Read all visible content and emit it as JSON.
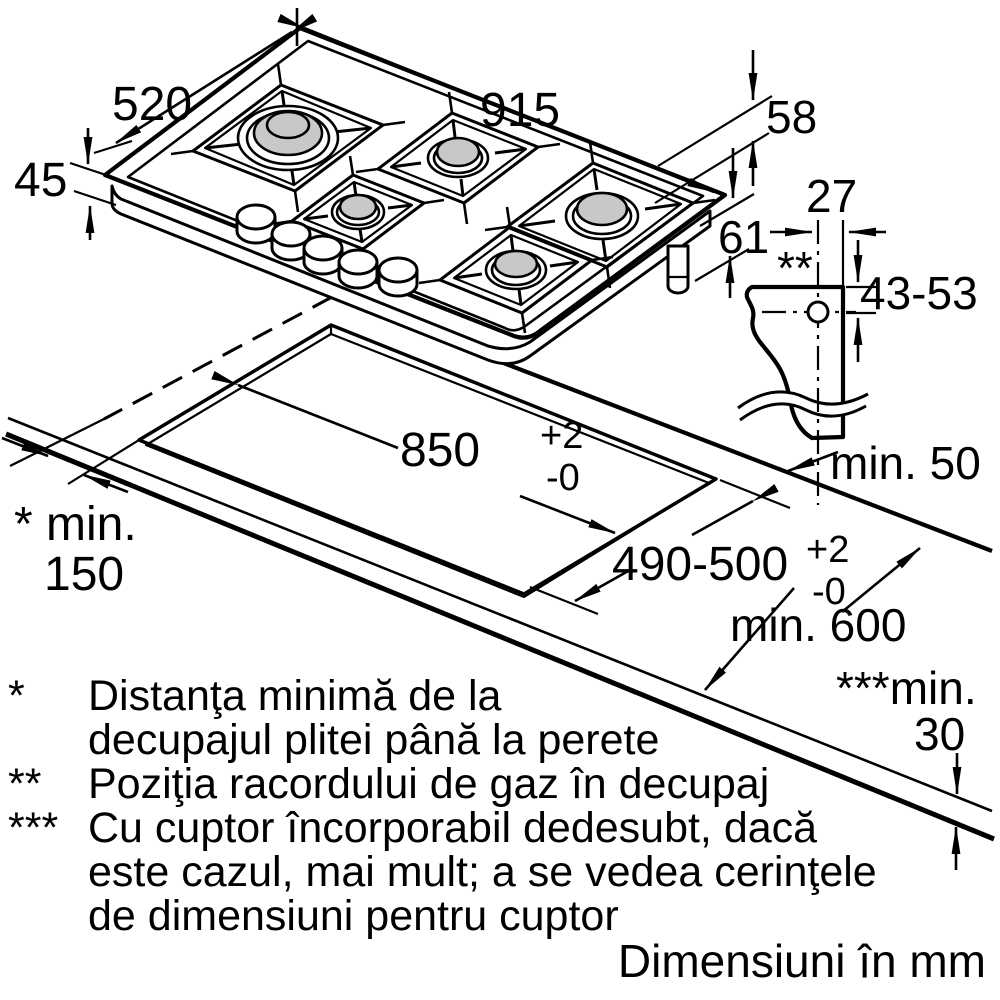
{
  "labels": {
    "dim_depth": "520",
    "dim_width": "915",
    "dim_height": "45",
    "dim_edge_to_gas": "58",
    "dim_total_height": "61",
    "dim_gas_horizontal": "27",
    "dim_gas_vertical": "43-53",
    "gas_position_marker": "**",
    "cutout_length": "850",
    "cutout_length_tol_plus": "+2",
    "cutout_length_tol_minus": "-0",
    "cutout_depth": "490-500",
    "cutout_depth_tol_plus": "+2",
    "cutout_depth_tol_minus": "-0",
    "min_distance_right": "min. 50",
    "min_distance_left_prefix": "* min.",
    "min_distance_left_value": "150",
    "min_worktop_depth": "min. 600",
    "min_thickness_prefix": "***min.",
    "min_thickness_value": "30"
  },
  "footnotes": [
    {
      "marker": "*",
      "lines": [
        "Distanţa minimă de la",
        "decupajul plitei până la perete"
      ]
    },
    {
      "marker": "**",
      "lines": [
        "Poziţia racordului de gaz în decupaj"
      ]
    },
    {
      "marker": "***",
      "lines": [
        "Cu cuptor încorporabil dedesubt, dacă",
        "este cazul, mai mult; a se vedea cerinţele",
        "de dimensiuni pentru cuptor"
      ]
    }
  ],
  "units_note": "Dimensiuni în mm",
  "colors": {
    "line": "#000000",
    "burner_cap": "#c8c8c8",
    "background": "#ffffff"
  }
}
